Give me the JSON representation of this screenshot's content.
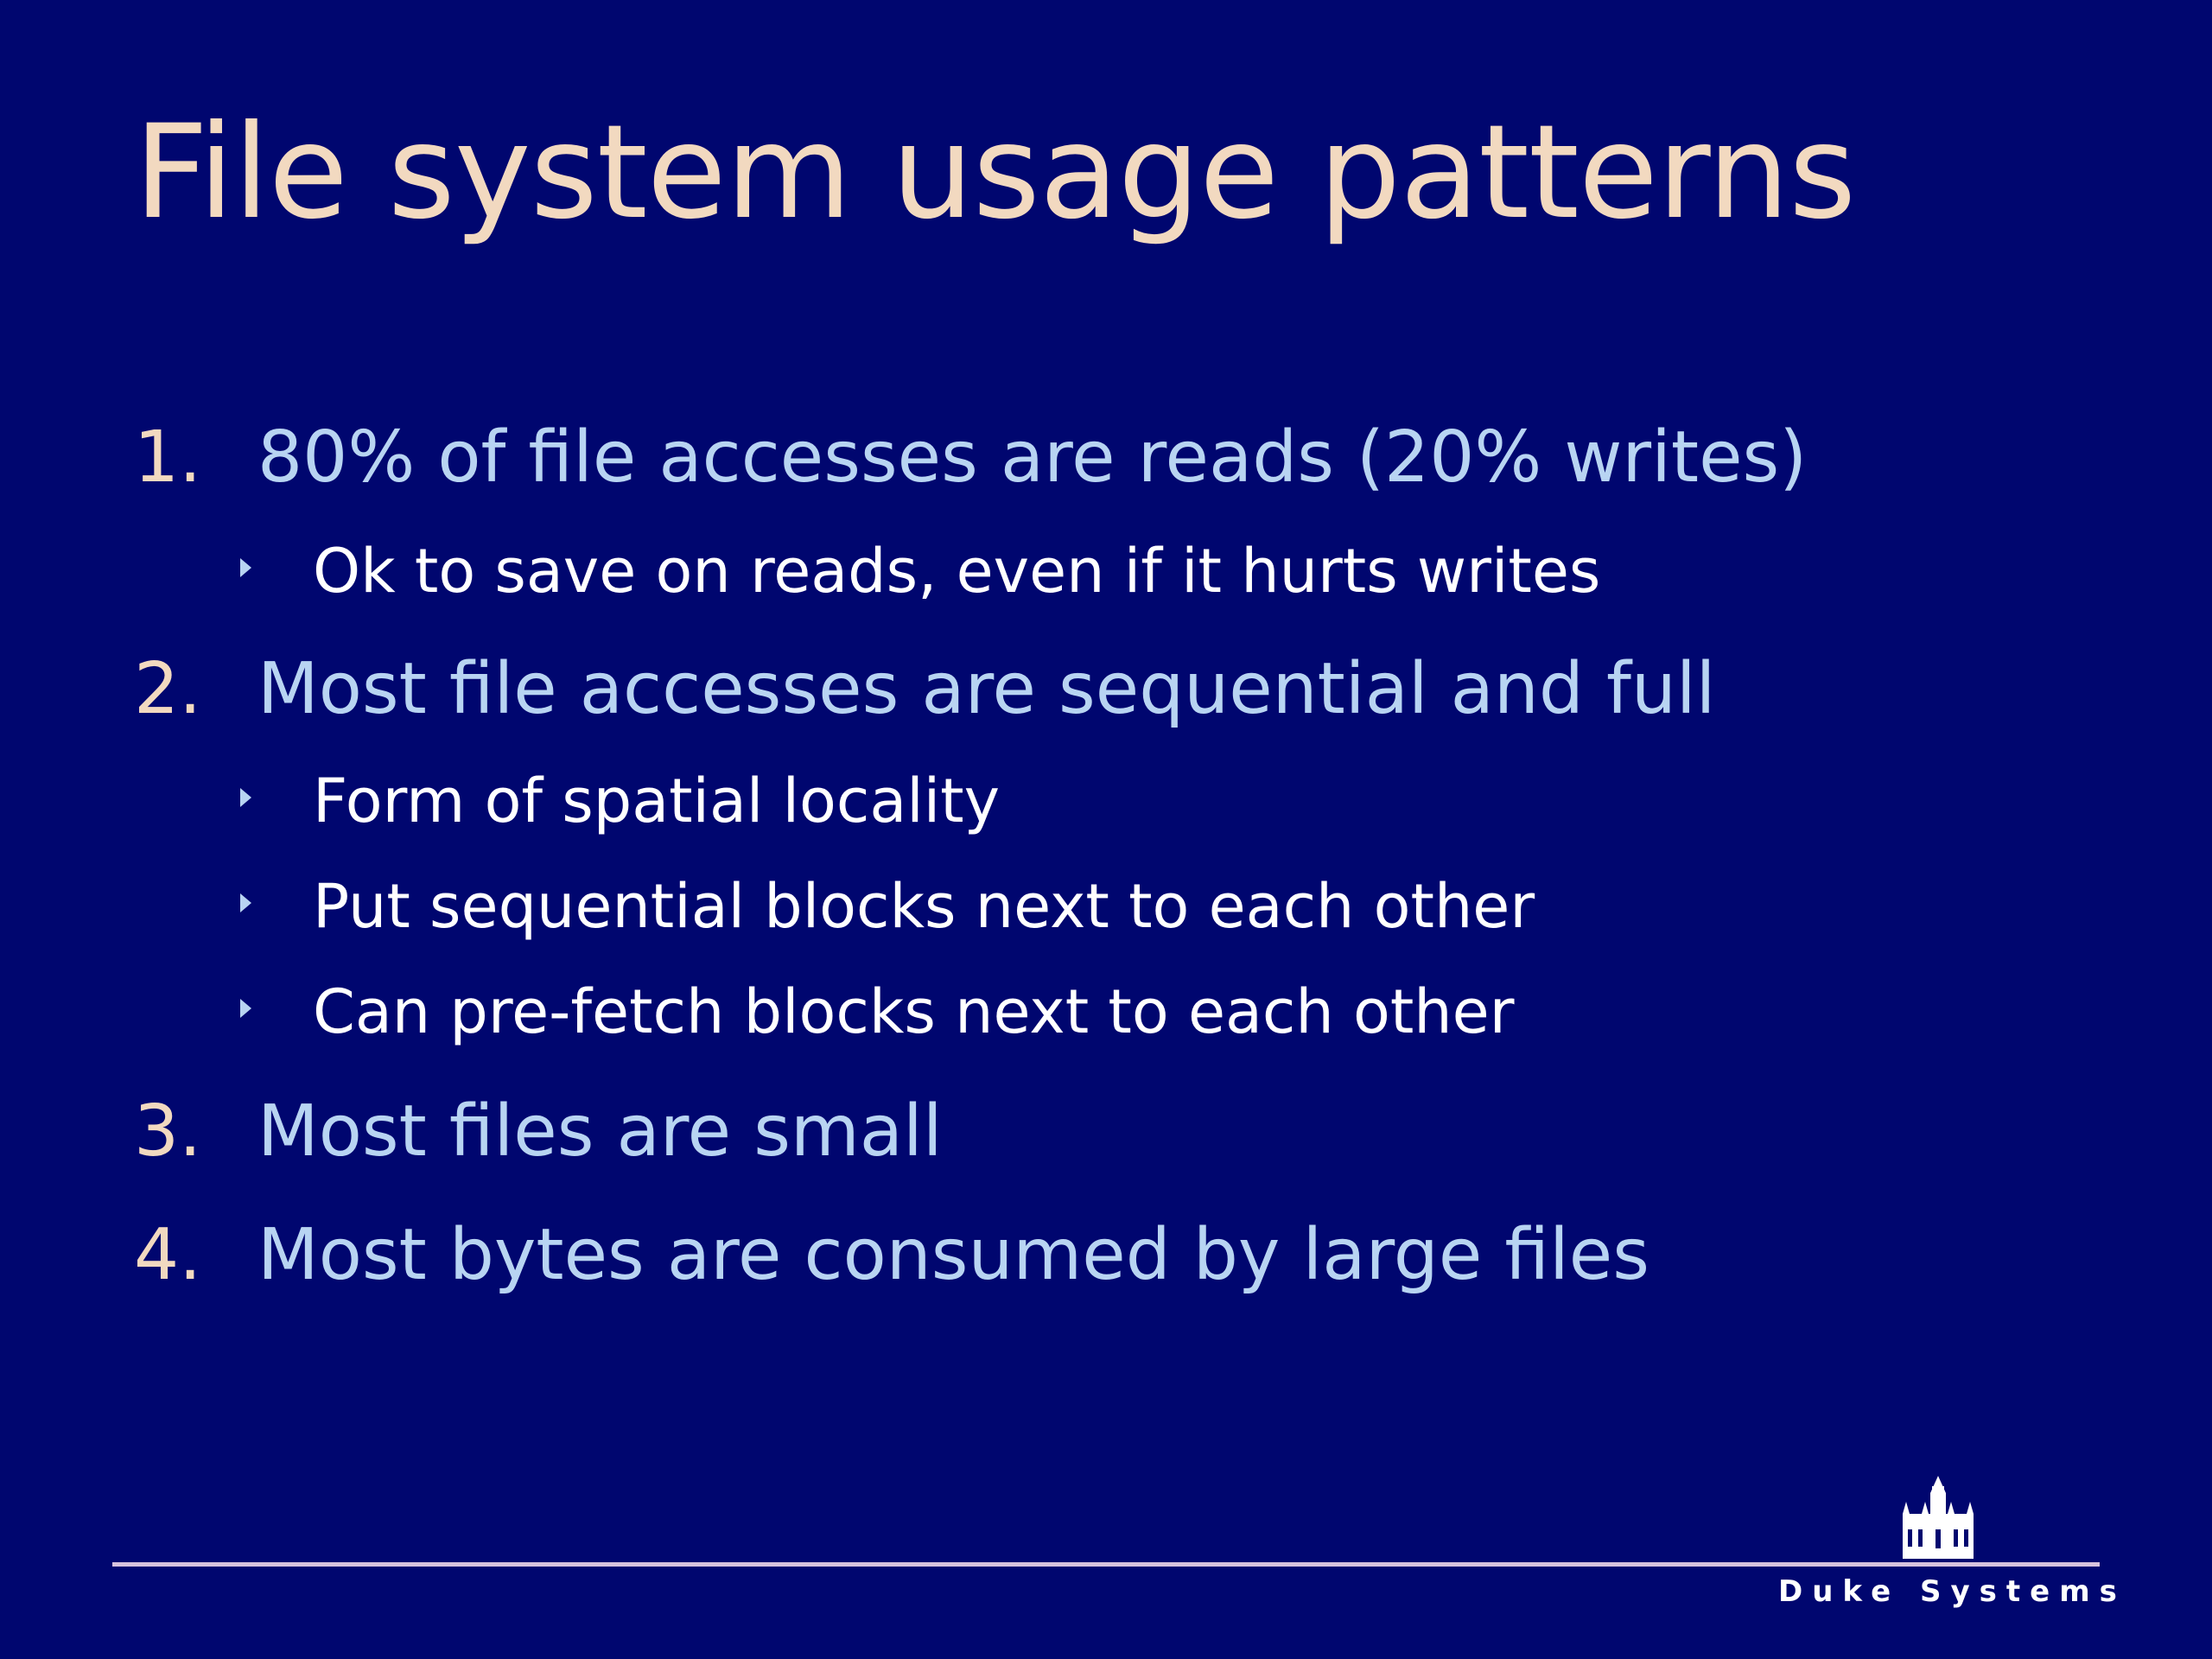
{
  "slide": {
    "title": "File system usage patterns",
    "items": [
      {
        "num": "1.",
        "text": "80% of file accesses are reads (20% writes)",
        "subs": [
          "Ok to save on reads, even if it hurts writes"
        ]
      },
      {
        "num": "2.",
        "text": "Most file accesses are sequential and full",
        "subs": [
          "Form of spatial locality",
          "Put sequential blocks next to each other",
          "Can pre-fetch blocks next to each other"
        ]
      },
      {
        "num": "3.",
        "text": "Most files are small",
        "subs": []
      },
      {
        "num": "4.",
        "text": "Most bytes are consumed by large files",
        "subs": []
      }
    ]
  },
  "footer": {
    "brand": "Duke Systems",
    "logo_icon": "chapel-icon"
  },
  "colors": {
    "background": "#00066f",
    "title": "#f2d9c0",
    "numbers": "#f2d9c0",
    "level1_text": "#b8d4f2",
    "level2_text": "#ffffff",
    "rule": "#d7c3de"
  }
}
